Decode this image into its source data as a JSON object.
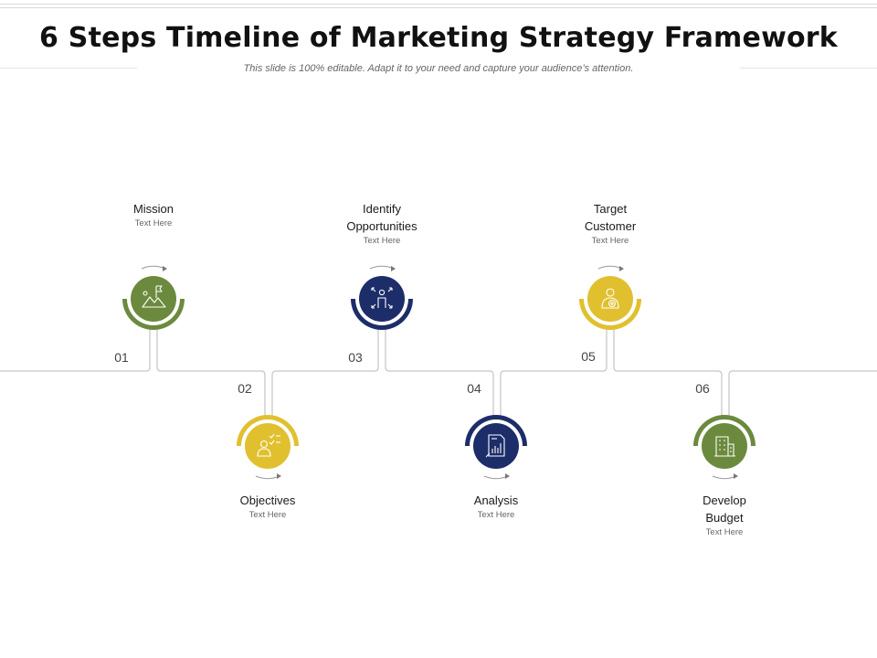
{
  "header": {
    "title": "6 Steps Timeline of Marketing Strategy Framework",
    "subtitle": "This slide is 100% editable. Adapt it to your need and capture your audience’s attention."
  },
  "colors": {
    "green": "#6b8a3e",
    "yellow": "#e1c030",
    "navy": "#1c2d69",
    "line": "#c8c8c8"
  },
  "steps": [
    {
      "number": "01",
      "title": "Mission",
      "text": "Text Here",
      "icon": "mountain-flag-icon",
      "color": "green"
    },
    {
      "number": "02",
      "title": "Objectives",
      "text": "Text Here",
      "icon": "person-checklist-icon",
      "color": "yellow"
    },
    {
      "number": "03",
      "title": "Identify\nOpportunities",
      "text": "Text Here",
      "icon": "person-arrows-icon",
      "color": "navy"
    },
    {
      "number": "04",
      "title": "Analysis",
      "text": "Text Here",
      "icon": "chart-document-icon",
      "color": "navy"
    },
    {
      "number": "05",
      "title": "Target\nCustomer",
      "text": "Text Here",
      "icon": "person-target-icon",
      "color": "yellow"
    },
    {
      "number": "06",
      "title": "Develop\nBudget",
      "text": "Text Here",
      "icon": "building-money-icon",
      "color": "green"
    }
  ]
}
